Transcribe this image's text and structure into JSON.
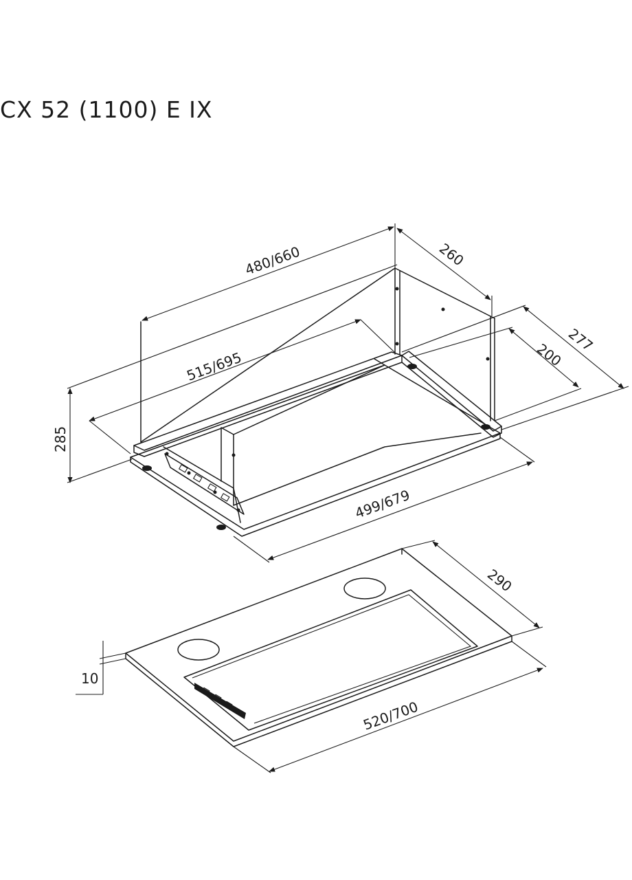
{
  "title": "CX 52 (1100) E IX",
  "colors": {
    "line": "#1a1a1a",
    "background": "#ffffff"
  },
  "dimensions": {
    "top_width": "480/660",
    "top_depth": "260",
    "frame_length": "515/695",
    "height": "285",
    "depth_outer": "277",
    "depth_inner": "200",
    "body_length": "499/679",
    "panel_depth": "290",
    "panel_thickness": "10",
    "panel_length": "520/700"
  }
}
